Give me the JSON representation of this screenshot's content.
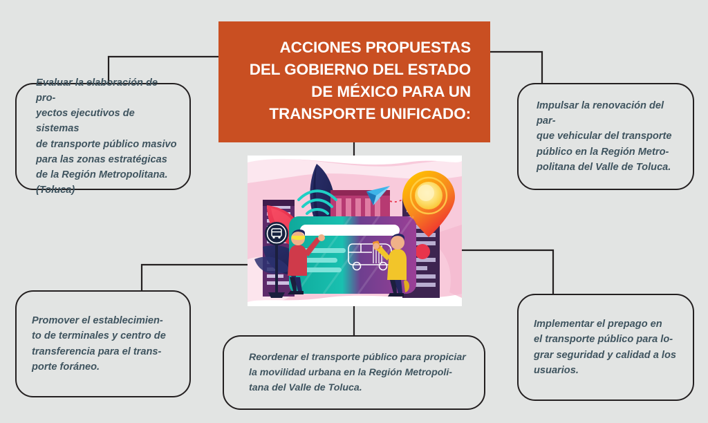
{
  "page": {
    "background_color": "#e2e4e3",
    "accent_color": "#c94f22",
    "text_color": "#3f545f",
    "line_color": "#231f20"
  },
  "title": {
    "text": "ACCIONES PROPUESTAS\nDEL GOBIERNO DEL ESTADO\nDE MÉXICO PARA UN\nTRANSPORTE UNIFICADO:"
  },
  "callouts": {
    "top_left": {
      "text": "Evaluar la elaboración de pro-\nyectos ejecutivos de sistemas\nde transporte público masivo\npara las zonas estratégicas\nde la Región Metropolitana.\n(Toluca)"
    },
    "top_right": {
      "text": "Impulsar la renovación del par-\nque vehicular del transporte\npúblico en la Región Metro-\npolitana del Valle de Toluca."
    },
    "bottom_left": {
      "text": "Promover el establecimien-\nto de terminales y centro de\ntransferencia para el trans-\nporte foráneo."
    },
    "bottom_center": {
      "text": "Reordenar el transporte público para propiciar\nla movilidad urbana en la Región Metropoli-\ntana del Valle de Toluca."
    },
    "bottom_right": {
      "text": " Implementar el prepago en\nel transporte público para lo-\ngrar seguridad y calidad a los\nusuarios."
    }
  },
  "illustration": {
    "description": "Ilustración de transporte público: tarjeta digital con autobús, personas, edificios, pin de ubicación, señal wifi y avión de papel",
    "colors": {
      "pink_background": "#f6c4d8",
      "card_teal": "#16b5a8",
      "card_purple": "#8f3f96",
      "building_purple": "#6b2f6e",
      "navy": "#22265e",
      "red": "#e63b4b",
      "yellow": "#f5c518",
      "orange": "#f37021"
    }
  }
}
